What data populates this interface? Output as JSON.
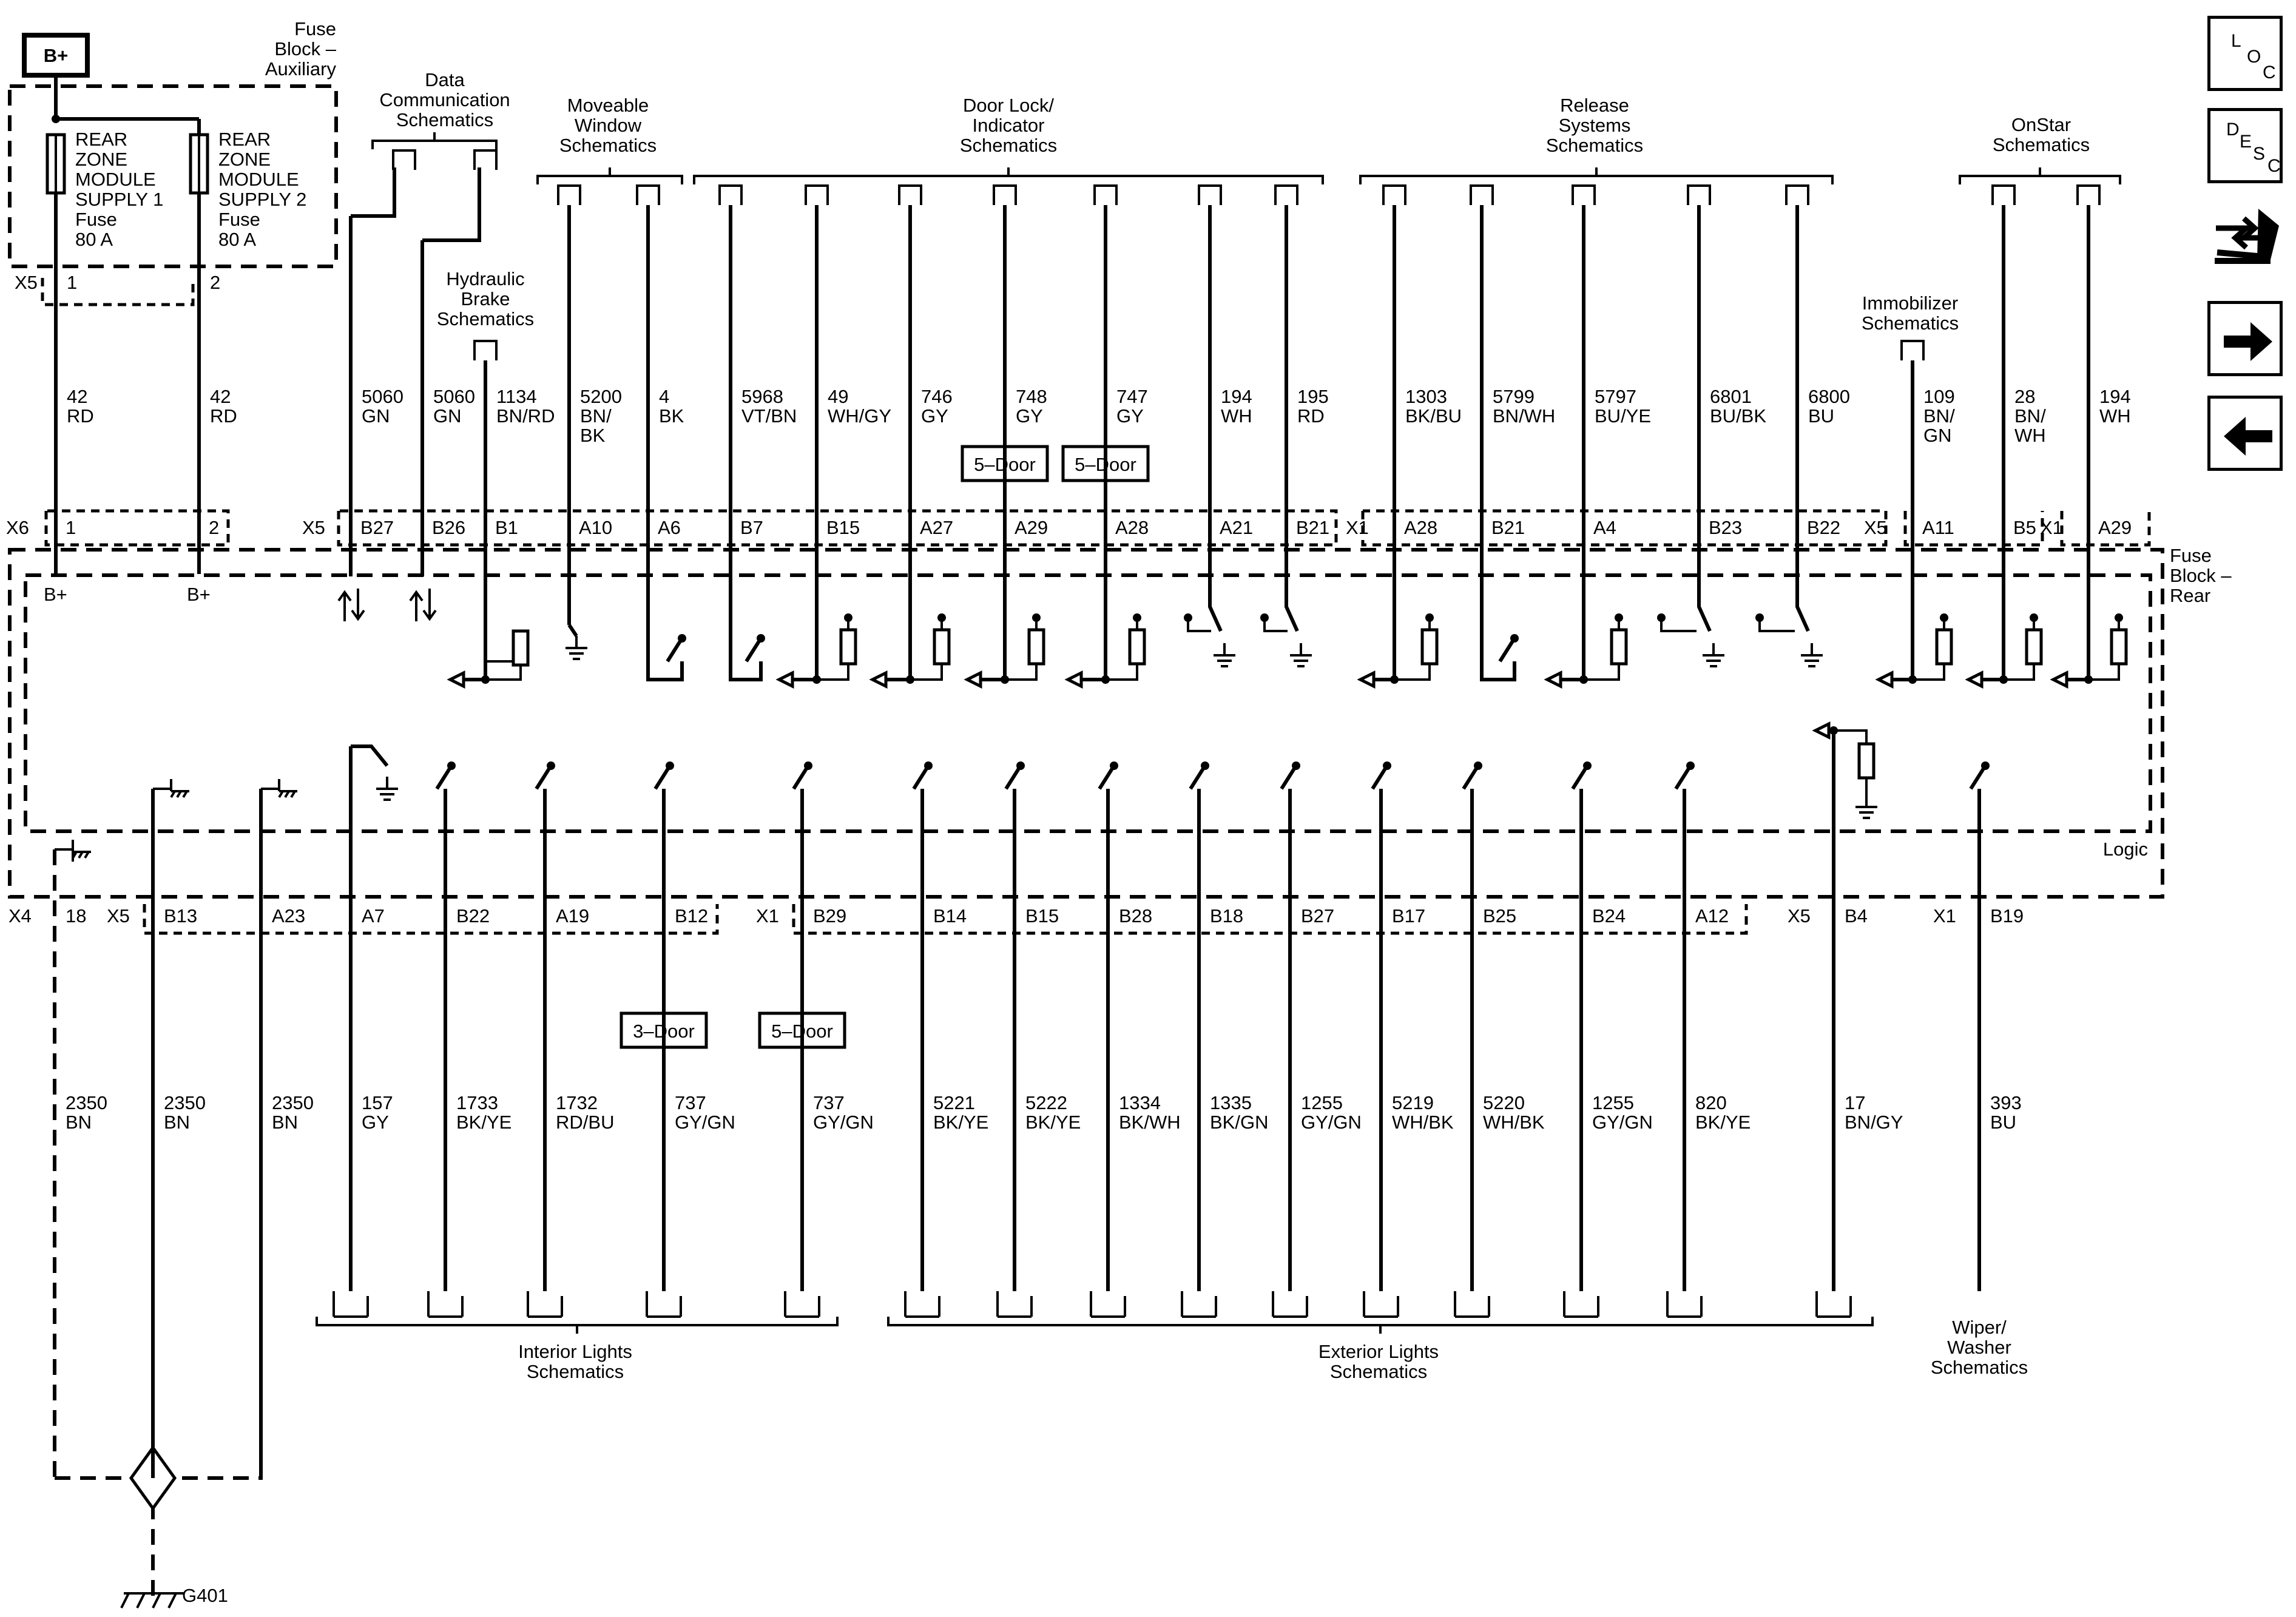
{
  "power_label": "B+",
  "fuse_block_aux": [
    "Fuse",
    "Block –",
    "Auxiliary"
  ],
  "fuse_block_rear": [
    "Fuse",
    "Block –",
    "Rear"
  ],
  "logic_label": "Logic",
  "fuses": [
    [
      "REAR",
      "ZONE",
      "MODULE",
      "SUPPLY 1",
      "Fuse",
      "80 A"
    ],
    [
      "REAR",
      "ZONE",
      "MODULE",
      "SUPPLY 2",
      "Fuse",
      "80 A"
    ]
  ],
  "top_groups": [
    [
      "Data",
      "Communication",
      "Schematics"
    ],
    [
      "Hydraulic",
      "Brake",
      "Schematics"
    ],
    [
      "Moveable",
      "Window",
      "Schematics"
    ],
    [
      "Door Lock/",
      "Indicator",
      "Schematics"
    ],
    [
      "Release",
      "Systems",
      "Schematics"
    ],
    [
      "Immobilizer",
      "Schematics"
    ],
    [
      "OnStar",
      "Schematics"
    ]
  ],
  "bottom_groups": [
    [
      "Interior Lights",
      "Schematics"
    ],
    [
      "Exterior Lights",
      "Schematics"
    ],
    [
      "Wiper/",
      "Washer",
      "Schematics"
    ]
  ],
  "aux_connector": {
    "name": "X5",
    "pins": [
      "1",
      "2"
    ]
  },
  "top_wires": [
    {
      "circuit": "42",
      "color": "RD",
      "connector": "X6",
      "pin": "1",
      "internal": "B+"
    },
    {
      "circuit": "42",
      "color": "RD",
      "pin": "2",
      "internal": "B+"
    },
    {
      "circuit": "5060",
      "color": "GN",
      "connector": "X5",
      "pin": "B27"
    },
    {
      "circuit": "5060",
      "color": "GN",
      "pin": "B26"
    },
    {
      "circuit": "1134",
      "color": "BN/RD",
      "pin": "B1"
    },
    {
      "circuit": "5200",
      "color": "BN/ BK",
      "pin": "A10"
    },
    {
      "circuit": "4",
      "color": "BK",
      "pin": "A6"
    },
    {
      "circuit": "5968",
      "color": "VT/BN",
      "pin": "B7"
    },
    {
      "circuit": "49",
      "color": "WH/GY",
      "pin": "B15"
    },
    {
      "circuit": "746",
      "color": "GY",
      "pin": "A27"
    },
    {
      "circuit": "748",
      "color": "GY",
      "pin": "A29",
      "variant": "5–Door"
    },
    {
      "circuit": "747",
      "color": "GY",
      "pin": "A28",
      "variant": "5–Door"
    },
    {
      "circuit": "194",
      "color": "WH",
      "pin": "A21"
    },
    {
      "circuit": "195",
      "color": "RD",
      "pin": "B21"
    },
    {
      "circuit": "1303",
      "color": "BK/BU",
      "connector": "X1",
      "pin": "A28"
    },
    {
      "circuit": "5799",
      "color": "BN/WH",
      "pin": "B21"
    },
    {
      "circuit": "5797",
      "color": "BU/YE",
      "pin": "A4"
    },
    {
      "circuit": "6801",
      "color": "BU/BK",
      "pin": "B23"
    },
    {
      "circuit": "6800",
      "color": "BU",
      "pin": "B22"
    },
    {
      "circuit": "109",
      "color": "BN/ GN",
      "connector": "X5",
      "pin": "A11"
    },
    {
      "circuit": "28",
      "color": "BN/ WH",
      "pin": "B5"
    },
    {
      "circuit": "194",
      "color": "WH",
      "connector": "X1",
      "pin": "A29"
    }
  ],
  "bottom_wires": [
    {
      "circuit": "2350",
      "color": "BN",
      "connector": "X4",
      "pin": "18"
    },
    {
      "circuit": "2350",
      "color": "BN",
      "connector": "X5",
      "pin": "B13"
    },
    {
      "circuit": "2350",
      "color": "BN",
      "pin": "A23"
    },
    {
      "circuit": "157",
      "color": "GY",
      "pin": "A7"
    },
    {
      "circuit": "1733",
      "color": "BK/YE",
      "pin": "B22"
    },
    {
      "circuit": "1732",
      "color": "RD/BU",
      "pin": "A19"
    },
    {
      "circuit": "737",
      "color": "GY/GN",
      "pin": "B12",
      "variant": "3–Door"
    },
    {
      "circuit": "737",
      "color": "GY/GN",
      "connector": "X1",
      "pin": "B29",
      "variant": "5–Door"
    },
    {
      "circuit": "5221",
      "color": "BK/YE",
      "pin": "B14"
    },
    {
      "circuit": "5222",
      "color": "BK/YE",
      "pin": "B15"
    },
    {
      "circuit": "1334",
      "color": "BK/WH",
      "pin": "B28"
    },
    {
      "circuit": "1335",
      "color": "BK/GN",
      "pin": "B18"
    },
    {
      "circuit": "1255",
      "color": "GY/GN",
      "pin": "B27"
    },
    {
      "circuit": "5219",
      "color": "WH/BK",
      "pin": "B17"
    },
    {
      "circuit": "5220",
      "color": "WH/BK",
      "pin": "B25"
    },
    {
      "circuit": "1255",
      "color": "GY/GN",
      "pin": "B24"
    },
    {
      "circuit": "820",
      "color": "BK/YE",
      "pin": "A12"
    },
    {
      "circuit": "17",
      "color": "BN/GY",
      "connector": "X5",
      "pin": "B4"
    },
    {
      "circuit": "393",
      "color": "BU",
      "connector": "X1",
      "pin": "B19"
    }
  ],
  "ground_label": "G401",
  "nav": [
    {
      "name": "loc-button",
      "letters": [
        "L",
        "O",
        "C"
      ],
      "icon": "loc-icon"
    },
    {
      "name": "desc-button",
      "letters": [
        "D",
        "E",
        "S",
        "C"
      ],
      "icon": "desc-icon"
    },
    {
      "name": "connector-view-button",
      "icon": "connector-wrench-icon"
    },
    {
      "name": "next-page-button",
      "icon": "arrow-right-icon"
    },
    {
      "name": "previous-page-button",
      "icon": "arrow-left-icon"
    }
  ]
}
